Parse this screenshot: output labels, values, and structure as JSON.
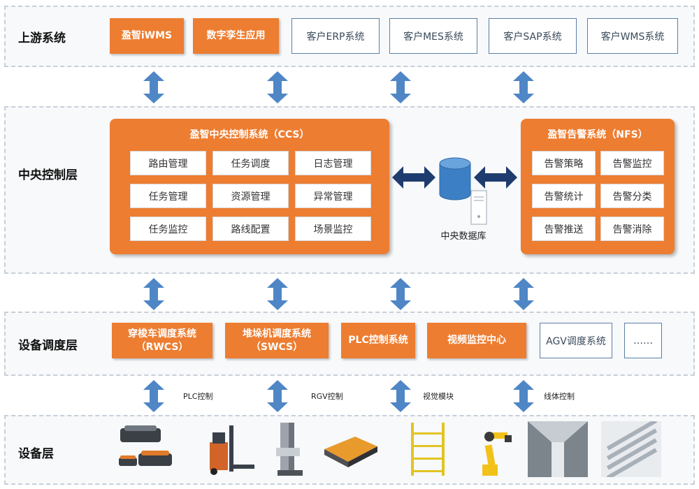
{
  "layers": {
    "upstream": "上游系统",
    "central": "中央控制层",
    "dispatch": "设备调度层",
    "device": "设备层"
  },
  "upstream_systems": [
    "盈智iWMS",
    "数字孪生应用",
    "客户ERP系统",
    "客户MES系统",
    "客户SAP系统",
    "客户WMS系统"
  ],
  "ccs": {
    "title": "盈智中央控制系统（CCS）",
    "modules": [
      "路由管理",
      "任务调度",
      "日志管理",
      "任务管理",
      "资源管理",
      "异常管理",
      "任务监控",
      "路线配置",
      "场景监控"
    ]
  },
  "nfs": {
    "title": "盈智告警系统（NFS）",
    "modules": [
      "告警策略",
      "告警监控",
      "告警统计",
      "告警分类",
      "告警推送",
      "告警消除"
    ]
  },
  "database_label": "中央数据库",
  "dispatch_systems": {
    "rwcs_line1": "穿梭车调度系统",
    "rwcs_line2": "（RWCS）",
    "swcs_line1": "堆垛机调度系统",
    "swcs_line2": "（SWCS）",
    "plc": "PLC控制系统",
    "video": "视频监控中心",
    "agv": "AGV调度系统",
    "more": "……"
  },
  "connections": [
    "PLC控制",
    "RGV控制",
    "视觉模块",
    "线体控制"
  ],
  "icons": {
    "arrow": "double-arrow-icon",
    "database": "database-cylinder-icon",
    "server": "server-icon"
  },
  "colors": {
    "orange": "#ed7d31",
    "arrow_blue": "#4f86c6",
    "dark_arrow": "#1f3c6e",
    "border_blue": "#5b7ea6",
    "db_blue": "#3d7fc4"
  }
}
